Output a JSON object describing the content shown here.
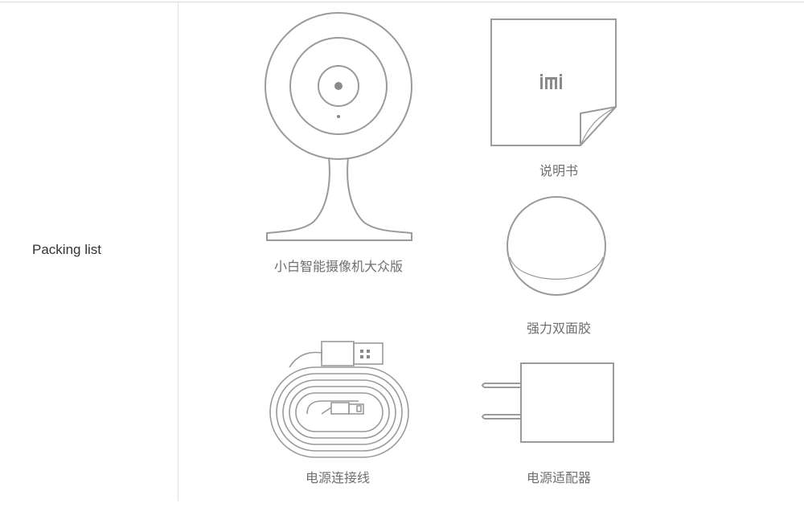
{
  "packing_list": {
    "label": "Packing list",
    "items": [
      {
        "name": "小白智能摄像机大众版",
        "icon": "camera-icon"
      },
      {
        "name": "说明书",
        "icon": "manual-icon",
        "logo_text": "IMI"
      },
      {
        "name": "强力双面胶",
        "icon": "adhesive-pad-icon"
      },
      {
        "name": "电源连接线",
        "icon": "usb-cable-icon"
      },
      {
        "name": "电源适配器",
        "icon": "power-adapter-icon"
      }
    ]
  },
  "colors": {
    "line": "#9a9a9a",
    "caption": "#6f6f6f",
    "divider": "#e2e2e2"
  }
}
